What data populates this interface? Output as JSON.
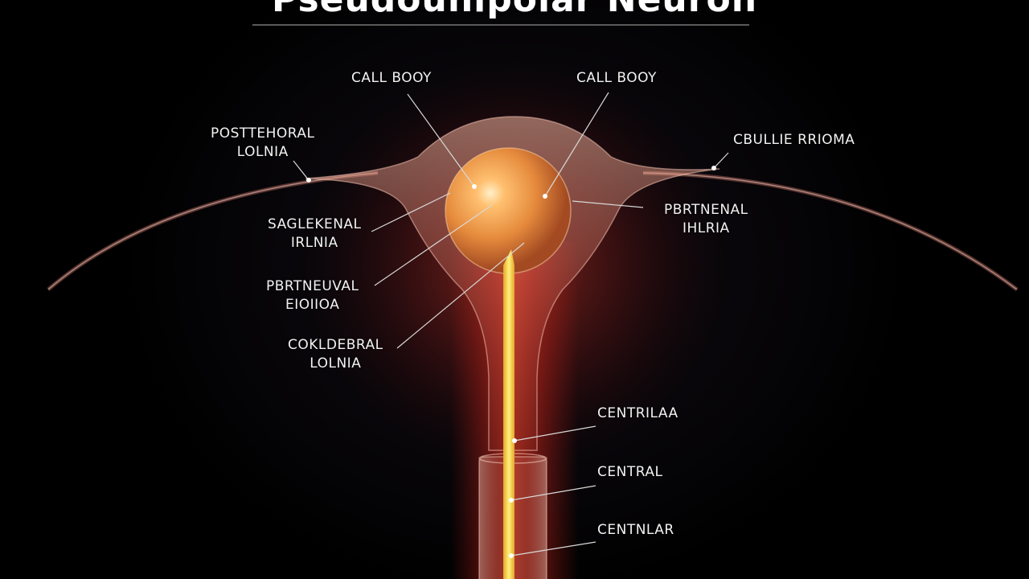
{
  "title": "Pseudounipolar Neuron",
  "labels": {
    "cell_body_left": "CALL BOOY",
    "cell_body_right": "CALL BOOY",
    "posterior_left": [
      "POSTTEНORAL",
      "LOLNIA"
    ],
    "upper_right": "CBULLIE RRIOMA",
    "sagittal_left": [
      "SAGLEKENAL",
      "IRLNIA"
    ],
    "peripheral_right": [
      "PBRTNENAL",
      "IHLRIA"
    ],
    "peripheral_left": [
      "PBRTNEUVAL",
      "EIOIIOA"
    ],
    "cortical_left": [
      "COKLDEBRAL",
      "LOLNIA"
    ],
    "central_1": "CENTRILAA",
    "central_2": "CENTRAL",
    "central_3": "CENTNLAR"
  },
  "colors": {
    "background": "#000000",
    "cell_body": "#f0a050",
    "axon_core": "#f7d84a",
    "glow": "#c0281a",
    "label_text": "#f2f2f2",
    "leader_line": "#d8d8d8"
  }
}
